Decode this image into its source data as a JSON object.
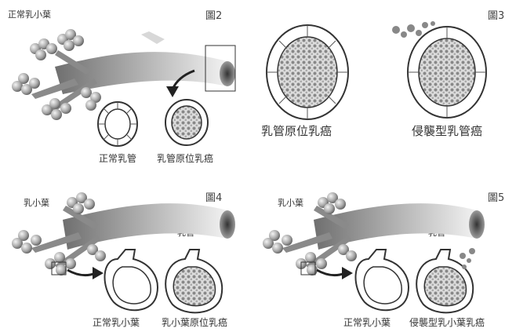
{
  "panel1": {
    "figure": "圖2",
    "title": "正常乳小葉",
    "caption_left": "正常乳管",
    "caption_right": "乳管原位乳癌"
  },
  "panel2": {
    "figure": "圖3",
    "caption_left": "乳管原位乳癌",
    "caption_right": "侵襲型乳管癌"
  },
  "panel3": {
    "figure": "圖4",
    "label_lobule": "乳小葉",
    "label_duct": "乳管",
    "caption_left": "正常乳小葉",
    "caption_right": "乳小葉原位乳癌"
  },
  "panel4": {
    "figure": "圖5",
    "label_lobule": "乳小葉",
    "label_duct": "乳管",
    "caption_left": "正常乳小葉",
    "caption_right": "侵襲型乳小葉乳癌"
  }
}
